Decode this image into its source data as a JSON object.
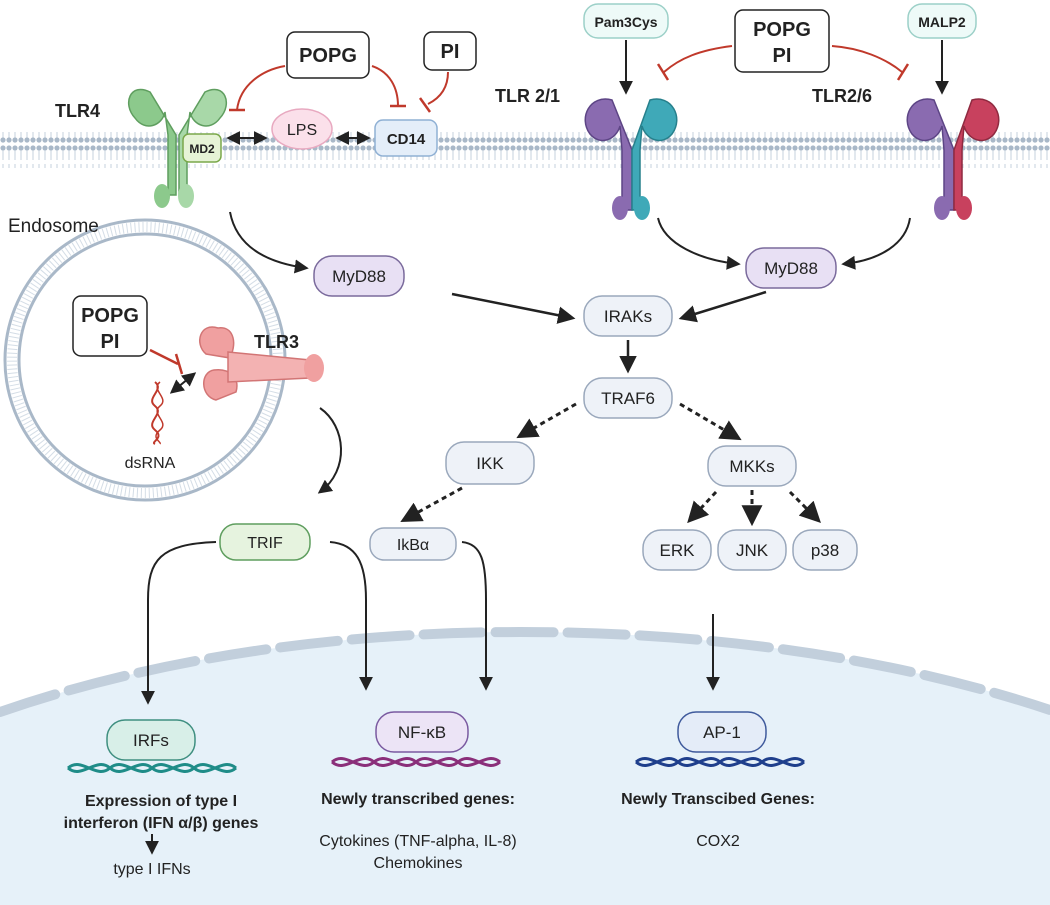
{
  "receptors": {
    "tlr4": "TLR4",
    "tlr21": "TLR 2/1",
    "tlr26": "TLR2/6",
    "tlr3": "TLR3"
  },
  "ligands": {
    "pam3cys": "Pam3Cys",
    "malp2": "MALP2",
    "lps": "LPS",
    "cd14": "CD14",
    "md2": "MD2",
    "dsrna": "dsRNA"
  },
  "inhibitors": {
    "popg": "POPG",
    "pi": "PI"
  },
  "compartments": {
    "endosome": "Endosome"
  },
  "signaling": {
    "myd88": "MyD88",
    "irak": "IRAKs",
    "traf6": "TRAF6",
    "ikk": "IKK",
    "mkks": "MKKs",
    "ikba": "IkBα",
    "trif": "TRIF",
    "erk": "ERK",
    "jnk": "JNK",
    "p38": "p38"
  },
  "transcription": {
    "irfs": "IRFs",
    "nfkb": "NF-κB",
    "ap1": "AP-1"
  },
  "outputs": {
    "irf_title_1": "Expression of type I",
    "irf_title_2": "interferon (IFN α/β) genes",
    "irf_product": "type I IFNs",
    "nfkb_title": "Newly transcribed genes:",
    "nfkb_line1": "Cytokines (TNF-alpha, IL-8)",
    "nfkb_line2": "Chemokines",
    "ap1_title": "Newly Transcibed Genes:",
    "ap1_line1": "COX2"
  },
  "colors": {
    "tlr4_green": "#8cc98c",
    "tlr2_purple": "#8a6bb0",
    "tlr1_teal": "#3fa9b8",
    "tlr6_red": "#c8415e",
    "tlr3_pink": "#f0a0a0",
    "inhibit_red": "#c0392b",
    "membrane": "#a9b8c8",
    "nucleus_fill": "#e6f1f9",
    "node_fill": "#eef2f8",
    "node_stroke": "#9aa8bc",
    "myd88_fill": "#e8e0f4",
    "trif_fill": "#e6f3df",
    "dna_teal": "#1f8c88",
    "dna_purple": "#8a2f7a",
    "dna_blue": "#1f3f8c"
  }
}
